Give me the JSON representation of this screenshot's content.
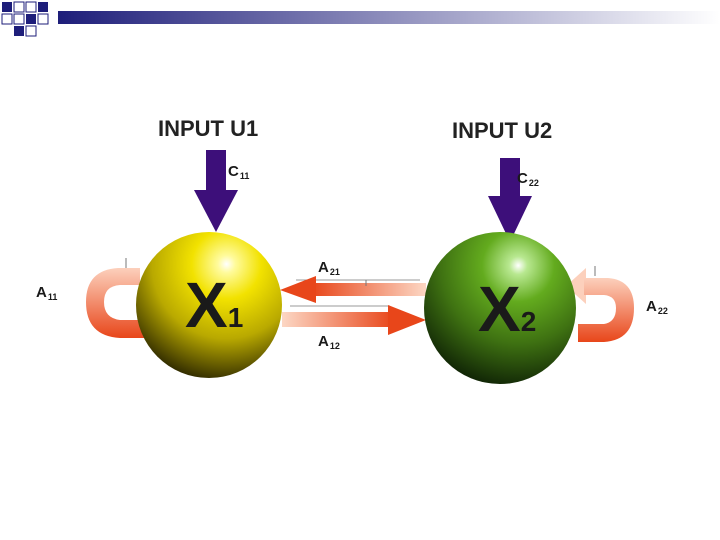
{
  "inputs": [
    {
      "label": "INPUT U1",
      "coef_main": "C",
      "coef_sub": "11"
    },
    {
      "label": "INPUT U2",
      "coef_main": "C",
      "coef_sub": "22"
    }
  ],
  "nodes": [
    {
      "main": "X",
      "sub": "1",
      "color": "#f0e000"
    },
    {
      "main": "X",
      "sub": "2",
      "color": "#5ea21c"
    }
  ],
  "couplings": {
    "a21": {
      "main": "A",
      "sub": "21"
    },
    "a12": {
      "main": "A",
      "sub": "12"
    }
  },
  "self_loops": {
    "a11": {
      "main": "A",
      "sub": "11"
    },
    "a22": {
      "main": "A",
      "sub": "22"
    }
  },
  "colors": {
    "arrow_dark": "#e8461a",
    "arrow_light": "#fcd7c4",
    "input_arrow": "#3d0f7a",
    "header_dark": "#1e1e7a",
    "header_light": "#ffffff"
  }
}
